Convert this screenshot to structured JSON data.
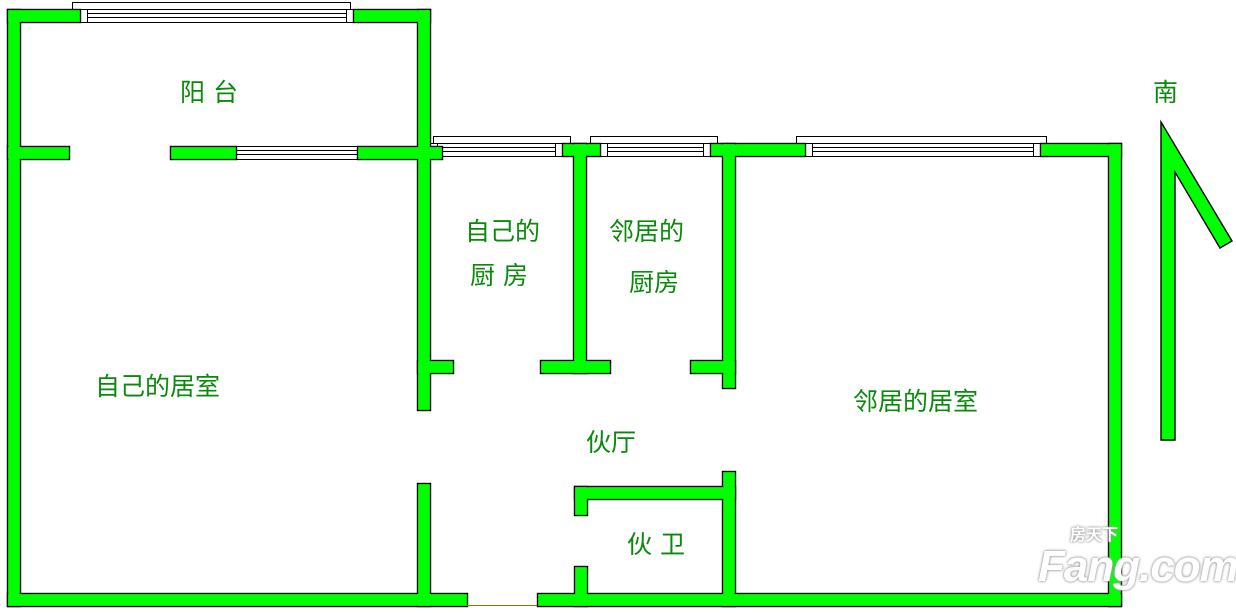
{
  "rooms": {
    "balcony": "阳 台",
    "own_bedroom": "自己的居室",
    "own_kitchen_line1": "自己的",
    "own_kitchen_line2": "厨 房",
    "neighbor_kitchen_line1": "邻居的",
    "neighbor_kitchen_line2": "厨房",
    "shared_hall": "伙厅",
    "neighbor_bedroom": "邻居的居室",
    "shared_bathroom": "伙 卫"
  },
  "compass": {
    "label": "南"
  },
  "watermark": {
    "brand": "Fang.com",
    "brand_cn": "房天下"
  },
  "colors": {
    "wall": "#00ff00",
    "outline": "#000000",
    "text": "#0a8a0a"
  }
}
